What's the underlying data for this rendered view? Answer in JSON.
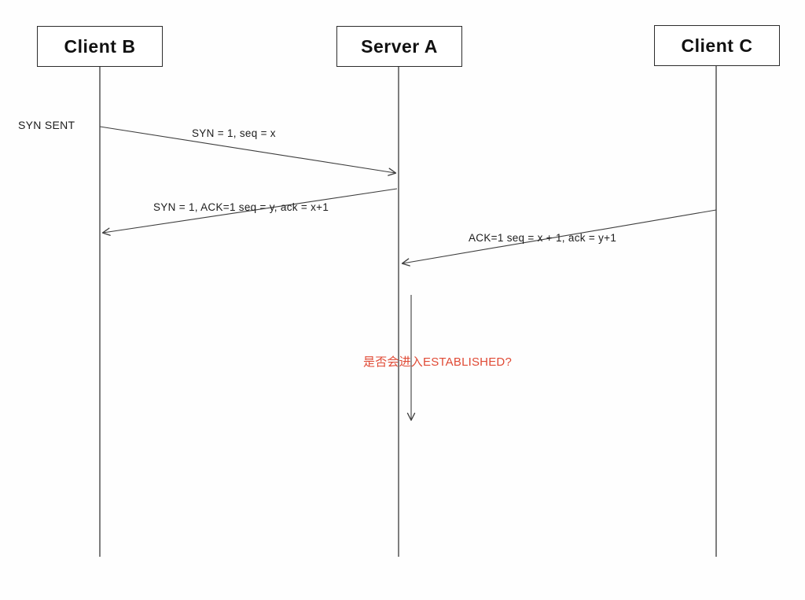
{
  "diagram": {
    "actors": [
      {
        "id": "client-b",
        "label": "Client B"
      },
      {
        "id": "server-a",
        "label": "Server A"
      },
      {
        "id": "client-c",
        "label": "Client C"
      }
    ],
    "state_label": "SYN SENT",
    "messages": [
      {
        "from": "Client B",
        "to": "Server A",
        "label": "SYN = 1,  seq = x"
      },
      {
        "from": "Server A",
        "to": "Client B",
        "label": "SYN = 1,  ACK=1 seq = y,  ack = x+1"
      },
      {
        "from": "Client C",
        "to": "Server A",
        "label": "ACK=1 seq = x + 1,  ack = y+1"
      }
    ],
    "annotation": {
      "label": "是否会进入ESTABLISHED?"
    }
  },
  "colors": {
    "line": "#3d3d3d",
    "box_border": "#2c2c2c",
    "text": "#1c1c1c",
    "annotation": "#e04a35",
    "background": "#fefefe"
  }
}
